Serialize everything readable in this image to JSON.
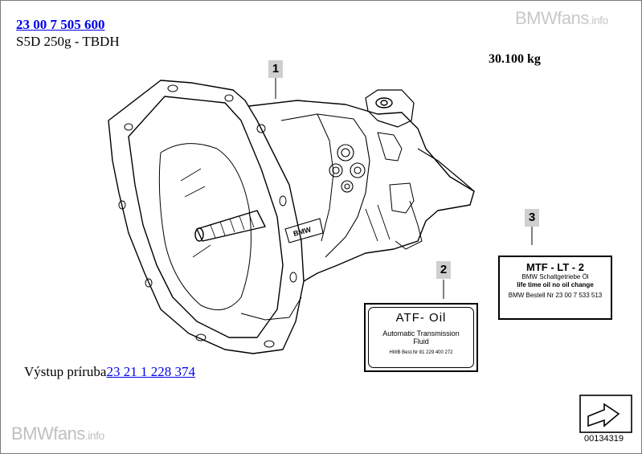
{
  "header": {
    "part_number": "23 00 7 505 600",
    "model": "S5D 250g - TBDH",
    "weight": "30.100 kg"
  },
  "watermark": {
    "brand": "BMWfans",
    "suffix": ".info"
  },
  "flange": {
    "label": "Výstup príruba",
    "part_number": "23 21 1 228 374"
  },
  "callouts": [
    "1",
    "2",
    "3"
  ],
  "label_mtf": {
    "title": "MTF - LT - 2",
    "line1": "BMW Schaltgetriebe  Öl",
    "line2": "life time oil   no oil change",
    "line3": "BMW Bestell   Nr  23 00    7 533 513"
  },
  "label_atf": {
    "title": "ATF- Oil",
    "line1": "Automatic  Transmission",
    "line2": "Fluid",
    "line3": "HWB Best.Nr  81 229 400 272"
  },
  "diagram_number": "00134319"
}
